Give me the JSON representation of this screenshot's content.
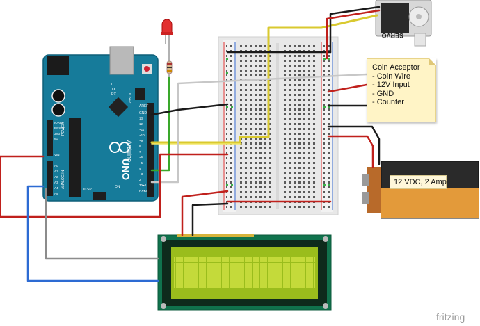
{
  "coin_note": {
    "lines": [
      "Coin Acceptor",
      "- Coin Wire",
      "- 12V Input",
      "",
      "- GND",
      "- Counter"
    ]
  },
  "battery": {
    "label": "12 VDC, 2 Amp"
  },
  "servo": {
    "label": "SERVO"
  },
  "arduino": {
    "name": "Arduino",
    "model": "UNO",
    "icsp_label": "ICSP",
    "icsp2_label": "ICSP2",
    "tx_label": "TX",
    "rx_label": "RX",
    "l_label": "L",
    "digital_label": "DIGITAL (PWM~)",
    "power_label": "POWER",
    "analog_label": "ANALOG IN",
    "on_label": "ON",
    "aref_label": "AREF",
    "gnd_label": "GND",
    "ioref_label": "IOREF",
    "reset_label": "RESET",
    "v33_label": "3V3",
    "v5_label": "5V",
    "vin_label": "VIN",
    "pins_analog": [
      "A0",
      "A1",
      "A2",
      "A3",
      "A4",
      "A5"
    ],
    "pins_digital": [
      "13",
      "12",
      "~11",
      "~10",
      "~9",
      "8",
      "7",
      "~6",
      "~5",
      "4",
      "~3",
      "2",
      "TX▸1",
      "RX◂0"
    ]
  },
  "wire_colors": {
    "red": "#c0201c",
    "black": "#1a1a1a",
    "yellow": "#f2e34a",
    "green": "#3aa82b",
    "blue": "#2d6bd3",
    "gray": "#8c8c8c",
    "white": "#f2f2f2"
  },
  "brand": {
    "text": "fritzing"
  }
}
